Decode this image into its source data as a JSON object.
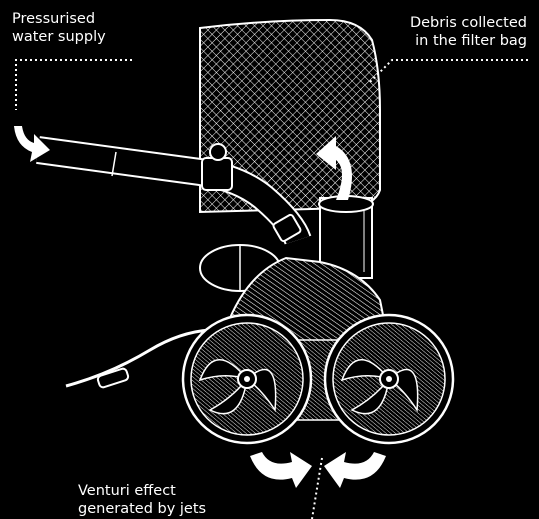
{
  "labels": {
    "water_supply": {
      "line1": "Pressurised",
      "line2": "water supply"
    },
    "debris": {
      "line1": "Debris collected",
      "line2": "in the filter bag"
    },
    "venturi": {
      "line1": "Venturi effect",
      "line2": "generated by jets"
    }
  },
  "colors": {
    "background": "#000000",
    "line": "#ffffff"
  },
  "icons": [
    "curved-arrow-icon",
    "dotted-leader-line"
  ]
}
